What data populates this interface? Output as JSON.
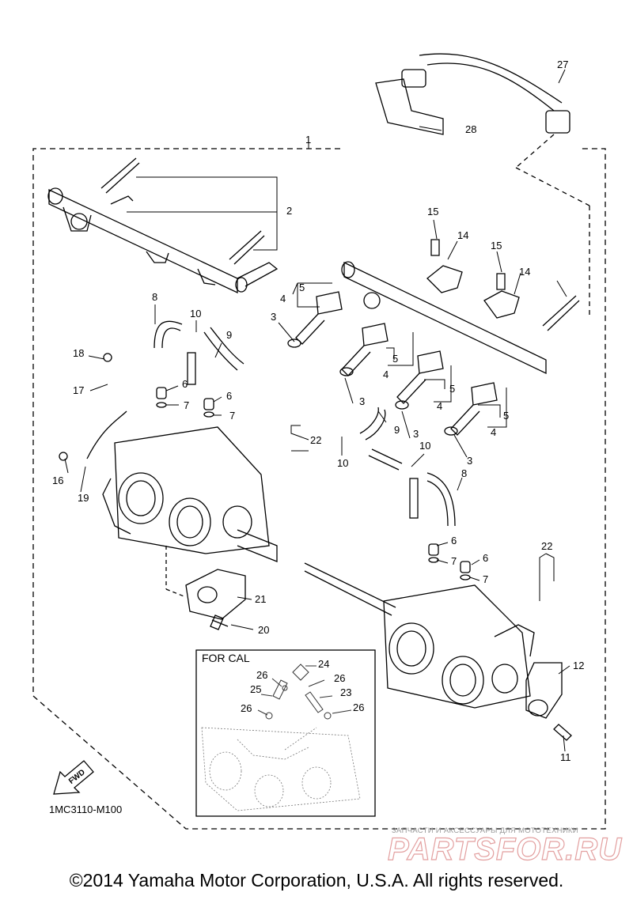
{
  "frame_label": "1",
  "callouts": [
    "2",
    "3",
    "4",
    "5",
    "6",
    "7",
    "8",
    "9",
    "10",
    "11",
    "12",
    "14",
    "15",
    "16",
    "17",
    "18",
    "19",
    "20",
    "21",
    "22",
    "23",
    "24",
    "25",
    "26",
    "27",
    "28"
  ],
  "for_cal_title": "FOR CAL",
  "fwd_label": "FWD",
  "diagram_code": "1MC3110-M100",
  "watermark_small": "ЗАПЧАСТИ И АКСЕССУАРЫ ДЛЯ МОТОТЕХНИКИ",
  "watermark_big": "PARTSFOR.RU",
  "copyright": "©2014 Yamaha Motor Corporation, U.S.A. All rights reserved."
}
